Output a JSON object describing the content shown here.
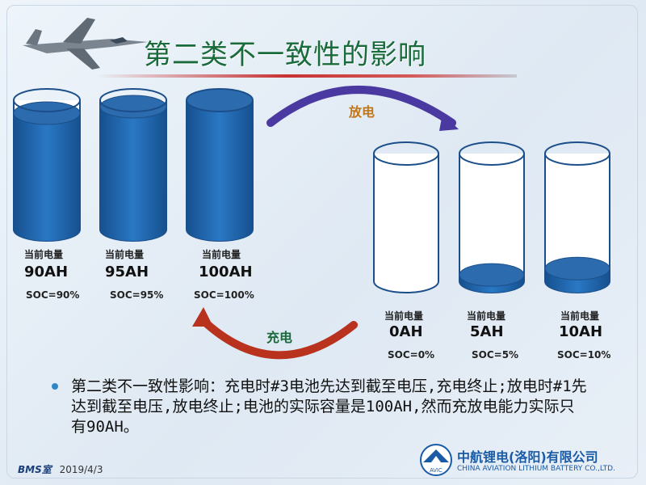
{
  "slide": {
    "title": "第二类不一致性的影响",
    "discharge_label": "放电",
    "charge_label": "充电",
    "label_current": "当前电量",
    "left_batteries": [
      {
        "capacity": "90AH",
        "soc": "SOC=90%",
        "fill": 0.9
      },
      {
        "capacity": "95AH",
        "soc": "SOC=95%",
        "fill": 0.95
      },
      {
        "capacity": "100AH",
        "soc": "SOC=100%",
        "fill": 1.0
      }
    ],
    "right_batteries": [
      {
        "capacity": "0AH",
        "soc": "SOC=0%",
        "fill": 0.0
      },
      {
        "capacity": "5AH",
        "soc": "SOC=5%",
        "fill": 0.05
      },
      {
        "capacity": "10AH",
        "soc": "SOC=10%",
        "fill": 0.1
      }
    ],
    "bullet_text": "第二类不一致性影响：充电时#3电池先达到截至电压,充电终止;放电时#1先达到截至电压,放电终止;电池的实际容量是100AH,然而充放电能力实际只有90AH。"
  },
  "footer": {
    "brand": "BMS室",
    "date": "2019/4/3",
    "logo_text": "AVIC",
    "company_cn": "中航锂电(洛阳)有限公司",
    "company_en": "CHINA AVIATION LITHIUM BATTERY CO.,LTD."
  },
  "colors": {
    "title": "#1a6b3c",
    "battery_fill": "#1f5fa3",
    "discharge_arrow": "#5b3fa8",
    "charge_arrow": "#c0321f"
  }
}
